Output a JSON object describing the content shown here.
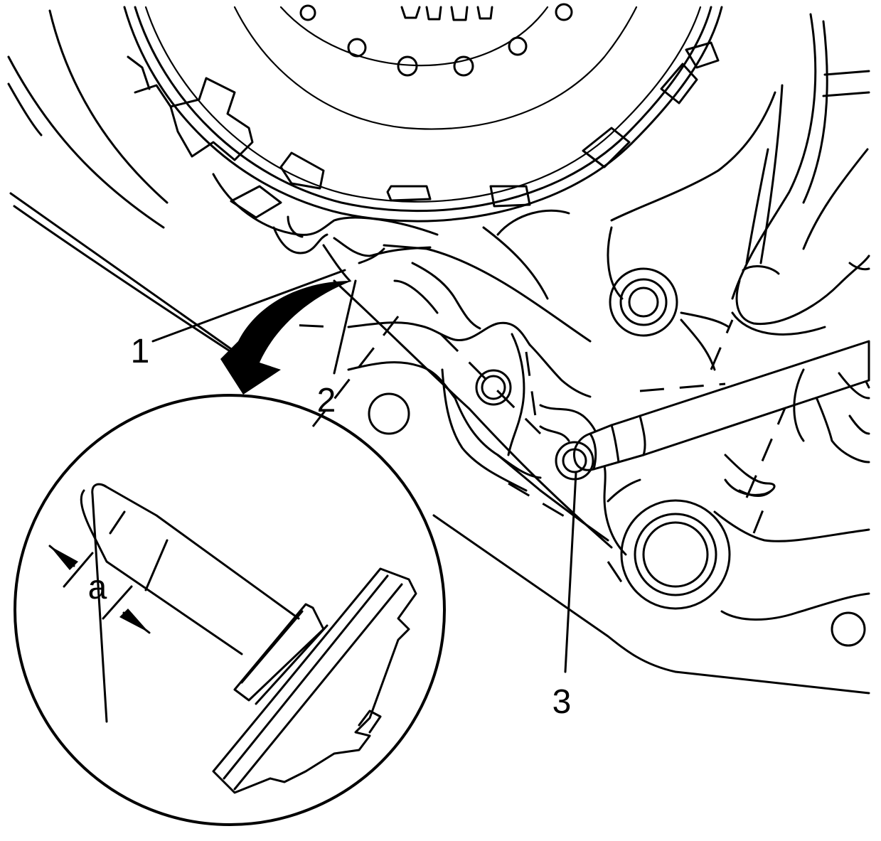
{
  "callouts": {
    "one": "1",
    "two": "2",
    "three": "3",
    "dimension": "a"
  },
  "colors": {
    "ink": "#000000",
    "paper": "#ffffff"
  }
}
